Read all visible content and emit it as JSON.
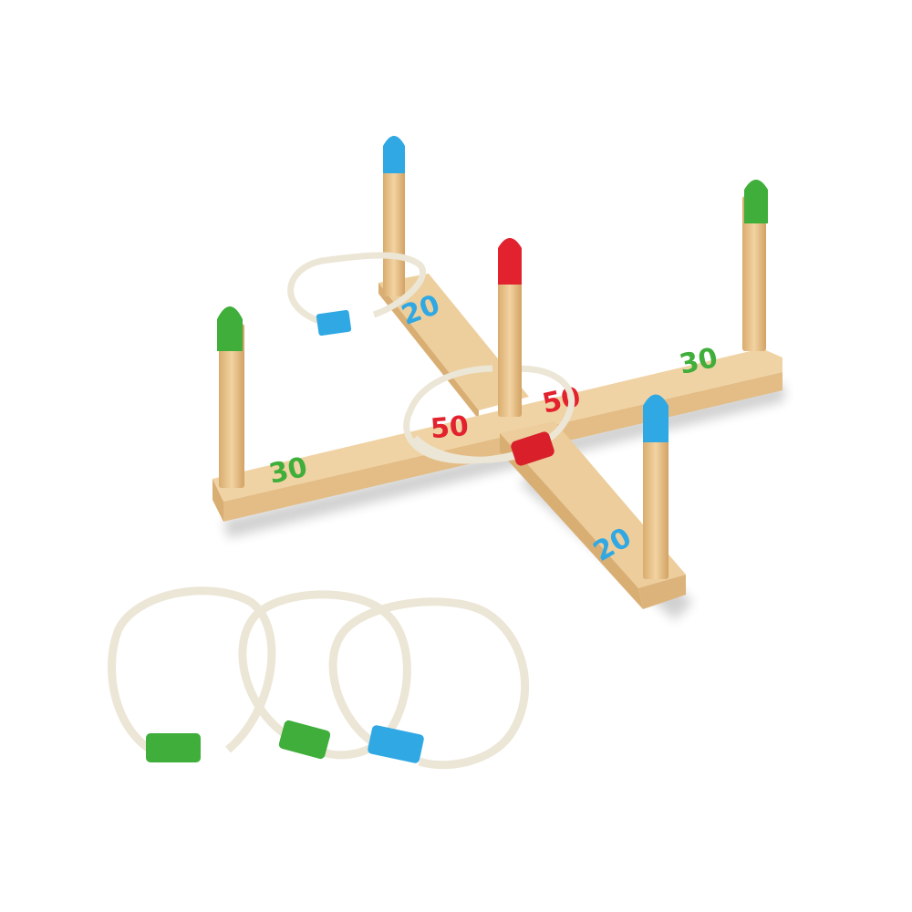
{
  "product": {
    "board_labels": {
      "left_arm": "30",
      "right_arm": "30",
      "back_arm": "20",
      "front_arm": "20",
      "center_left": "50",
      "center_right": "50"
    },
    "colors": {
      "wood": "#e9c794",
      "wood_dark": "#d8ae72",
      "rope": "#ece6d6",
      "green": "#3fae3a",
      "blue": "#2fa8e4",
      "red": "#e2222e"
    }
  }
}
